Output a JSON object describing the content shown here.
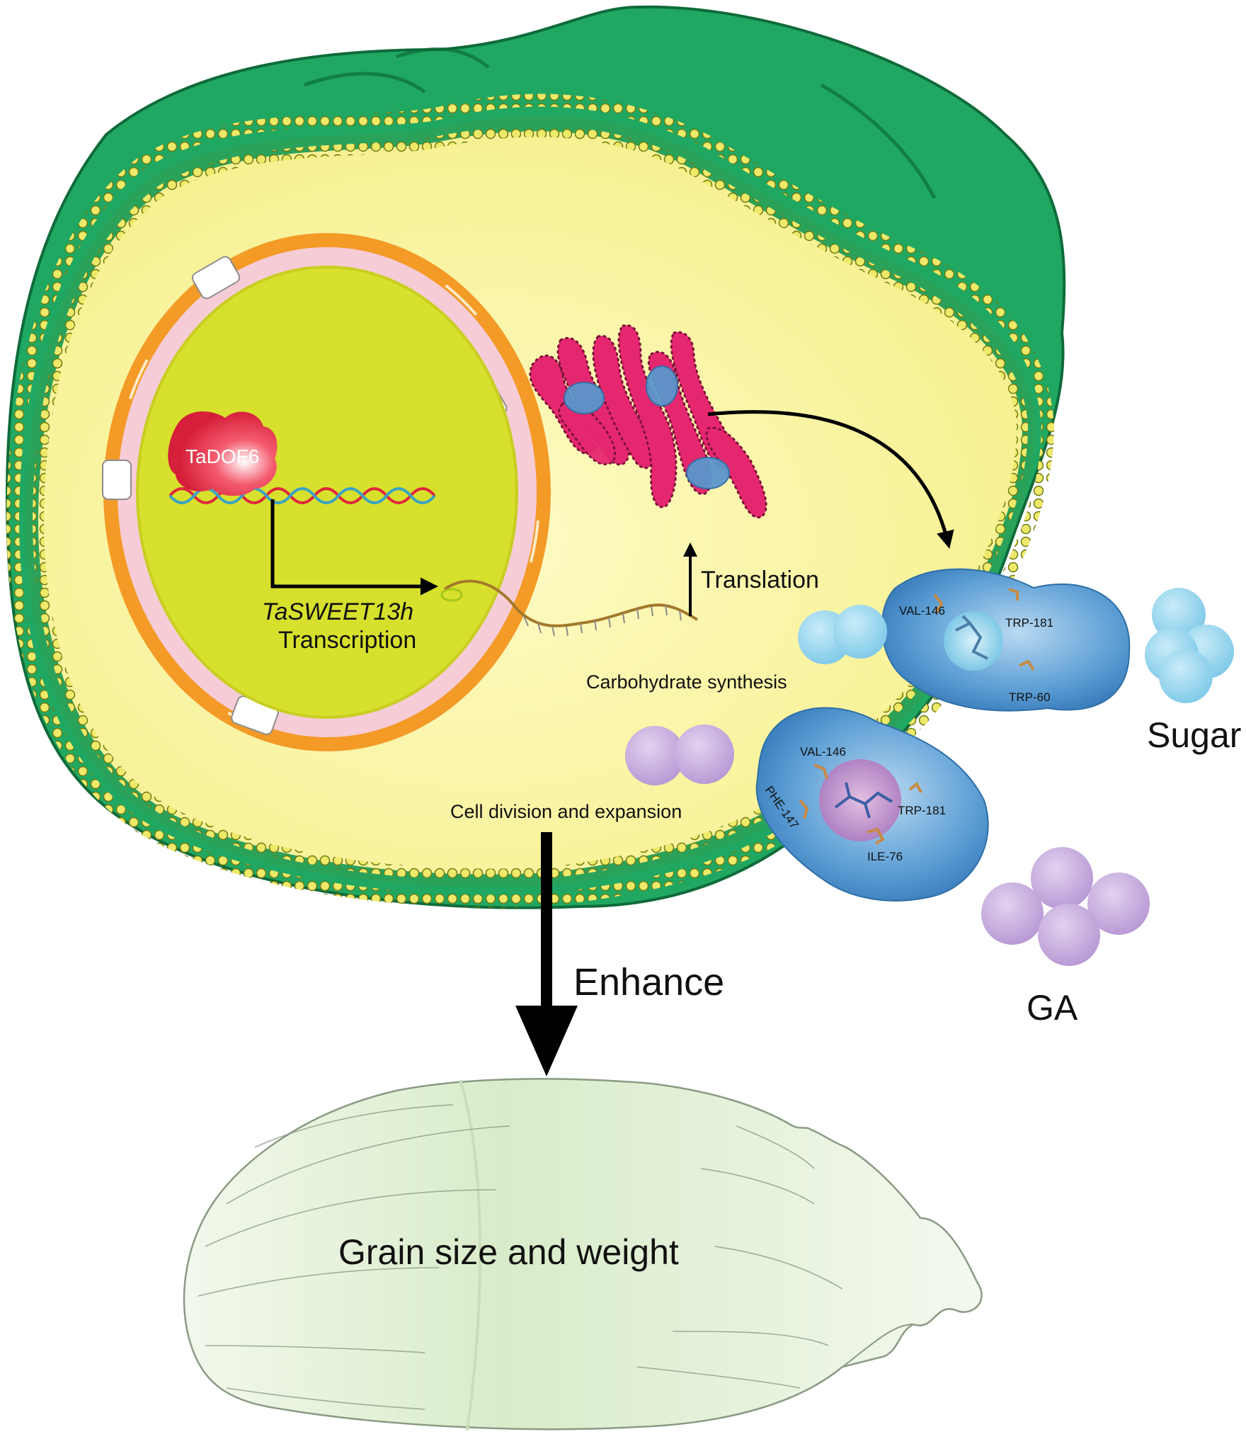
{
  "labels": {
    "tf": "TaDOF6",
    "gene": "TaSWEET13h",
    "transcription": "Transcription",
    "translation": "Translation",
    "carb": "Carbohydrate synthesis",
    "cell_div": "Cell division and expansion",
    "enhance": "Enhance",
    "grain": "Grain size and weight",
    "sugar": "Sugar",
    "ga": "GA"
  },
  "residues_sugar": [
    "VAL-146",
    "TRP-181",
    "TRP-60"
  ],
  "residues_ga": [
    "VAL-146",
    "PHE-147",
    "TRP-181",
    "ILE-76"
  ],
  "colors": {
    "cell_wall": "#1fa862",
    "membrane_head": "#e8e25a",
    "cytoplasm": "#fbf7a6",
    "nucleus": "#d7e02c",
    "nuclear_envelope": "#f6ccd6",
    "nuclear_rim": "#f39a27",
    "er": "#e5276f",
    "transporter": "#3f88c4",
    "sugar": "#8fd4ee",
    "ga": "#c3a5da",
    "grain": "#d7ebcb"
  }
}
